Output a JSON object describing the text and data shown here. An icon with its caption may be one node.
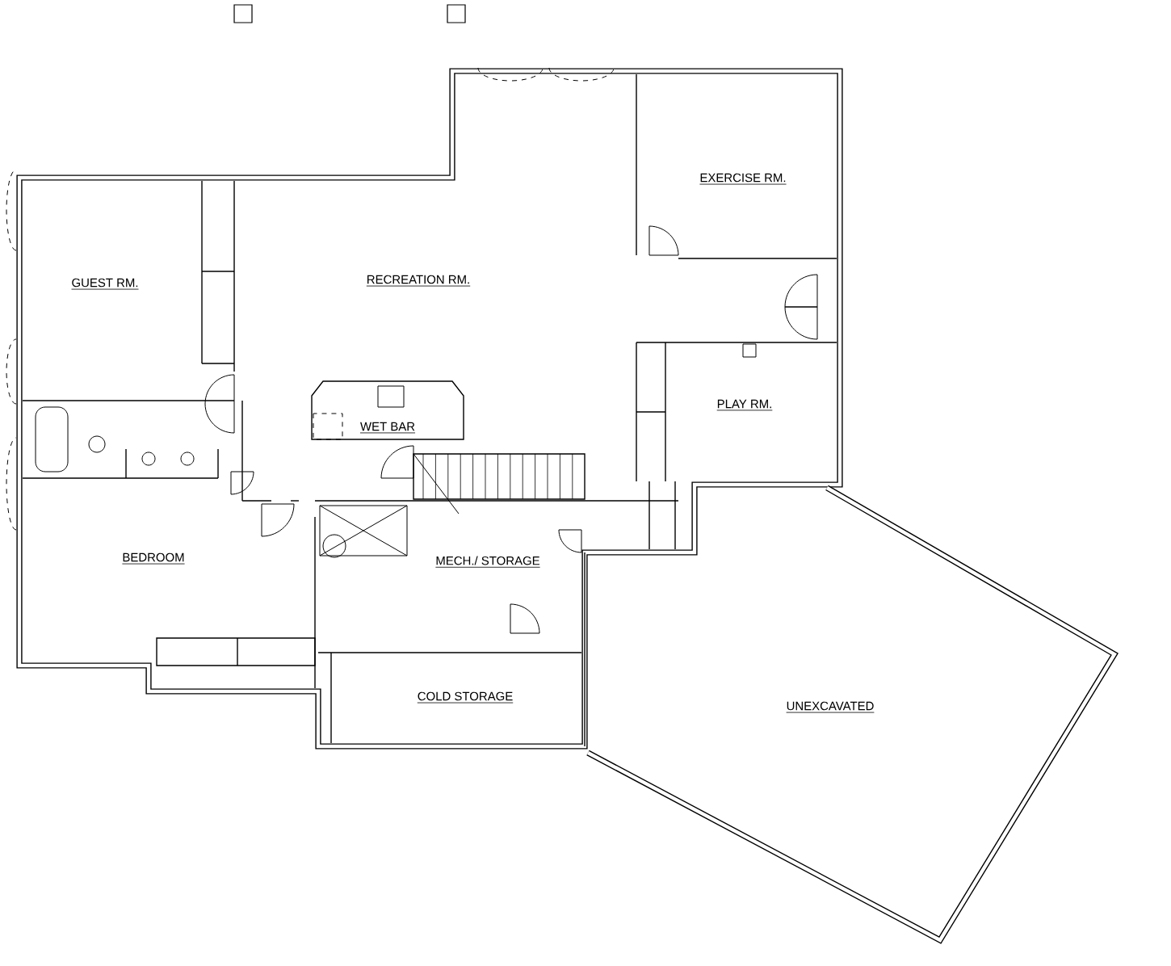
{
  "diagram": {
    "labels": [
      "EXERCISE RM.",
      "GUEST RM.",
      "RECREATION RM.",
      "PLAY RM.",
      "WET BAR",
      "BEDROOM",
      "MECH./ STORAGE",
      "COLD STORAGE",
      "UNEXCAVATED"
    ]
  }
}
